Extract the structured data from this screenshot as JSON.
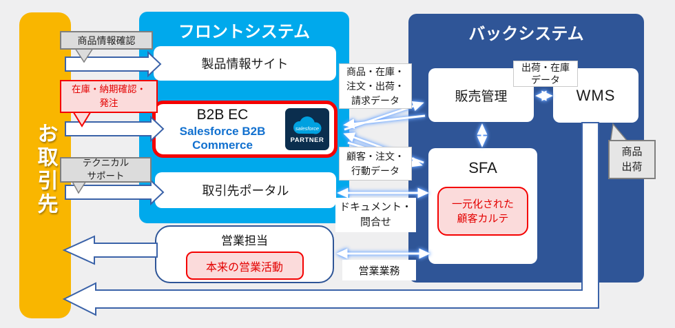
{
  "partner": {
    "label": "お取引先"
  },
  "front": {
    "title": "フロントシステム",
    "product_site": "製品情報サイト",
    "portal": "取引先ポータル",
    "b2bec": {
      "title": "B2B EC",
      "sub1": "Salesforce B2B",
      "sub2": "Commerce",
      "logo_brand": "salesforce",
      "badge": "PARTNER"
    }
  },
  "back": {
    "title": "バックシステム",
    "sales_mgmt": "販売管理",
    "wms": "WMS",
    "sfa": "SFA",
    "sfa_note1": "一元化された",
    "sfa_note2": "顧客カルテ"
  },
  "salesrep": {
    "title": "営業担当",
    "note": "本来の営業活動"
  },
  "bubbles": {
    "product_info": "商品情報確認",
    "stock_l1": "在庫・納期確認・",
    "stock_l2": "発注",
    "tech_l1": "テクニカル",
    "tech_l2": "サポート",
    "ship_l1": "商品",
    "ship_l2": "出荷"
  },
  "labels": {
    "front_back_data": [
      "商品・在庫・",
      "注文・出荷・",
      "請求データ"
    ],
    "customer_data": [
      "顧客・注文・",
      "行動データ"
    ],
    "document": [
      "ドキュメント・",
      "問合せ"
    ],
    "sales_ops": "営業業務",
    "ship_stock": [
      "出荷・在庫",
      "データ"
    ]
  },
  "colors": {
    "front_panel_blue": "#00a9ec",
    "back_panel_blue": "#2f5597",
    "partner_bar_gold": "#f9b600",
    "highlight_red": "#f40000",
    "highlight_pink": "#fbdbdb",
    "bubble_gray": "#dcdcdc",
    "arrow_border_blue": "#3a62a8",
    "salesforce_text_blue": "#1170cf",
    "salesforce_logo_navy": "#0b2e4e",
    "salesforce_cloud_blue": "#00a1e0"
  }
}
